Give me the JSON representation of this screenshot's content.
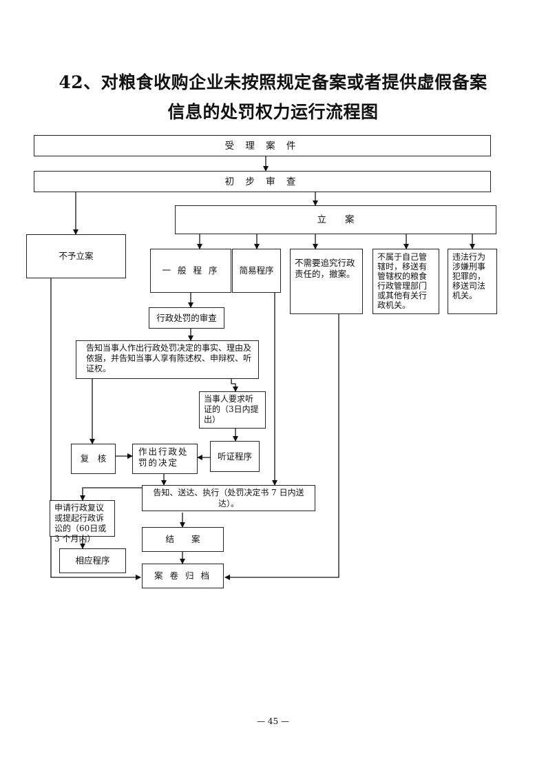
{
  "title": {
    "line1": "42、对粮食收购企业未按照规定备案或者提供虚假备案",
    "line2": "信息的处罚权力运行流程图"
  },
  "steps": {
    "accept": "受 理 案 件",
    "review": "初 步 审 查",
    "file_case": "立　　案",
    "not_file": "不予立案",
    "general": "一 般 程 序",
    "simple": "简易程序",
    "no_liability": "不需要追究行政责任的，撤案。",
    "transfer_grain": "不属于自己管辖时，移送有管辖权的粮食行政管理部门或其他有关行政机关。",
    "transfer_judicial": "违法行为涉嫌刑事犯罪的，移送司法机关。",
    "admin_review": "行政处罚的审查",
    "notify": "告知当事人作出行政处罚决定的事实、理由及依据，并告知当事人享有陈述权、申辩权、听证权。",
    "request_hearing": "当事人要求听证的（3日内提出）",
    "hearing": "听证程序",
    "recheck": "复　核",
    "decision": "作出行政处罚的决定",
    "deliver": "告知、送达、执行（处罚决定书 7 日内送达）。",
    "appeal": "申请行政复议或提起行政诉讼的（60日或 3 个月内）",
    "related": "相应程序",
    "close": "结　　案",
    "archive": "案 卷 归 档"
  },
  "page_number": "— 45 —"
}
